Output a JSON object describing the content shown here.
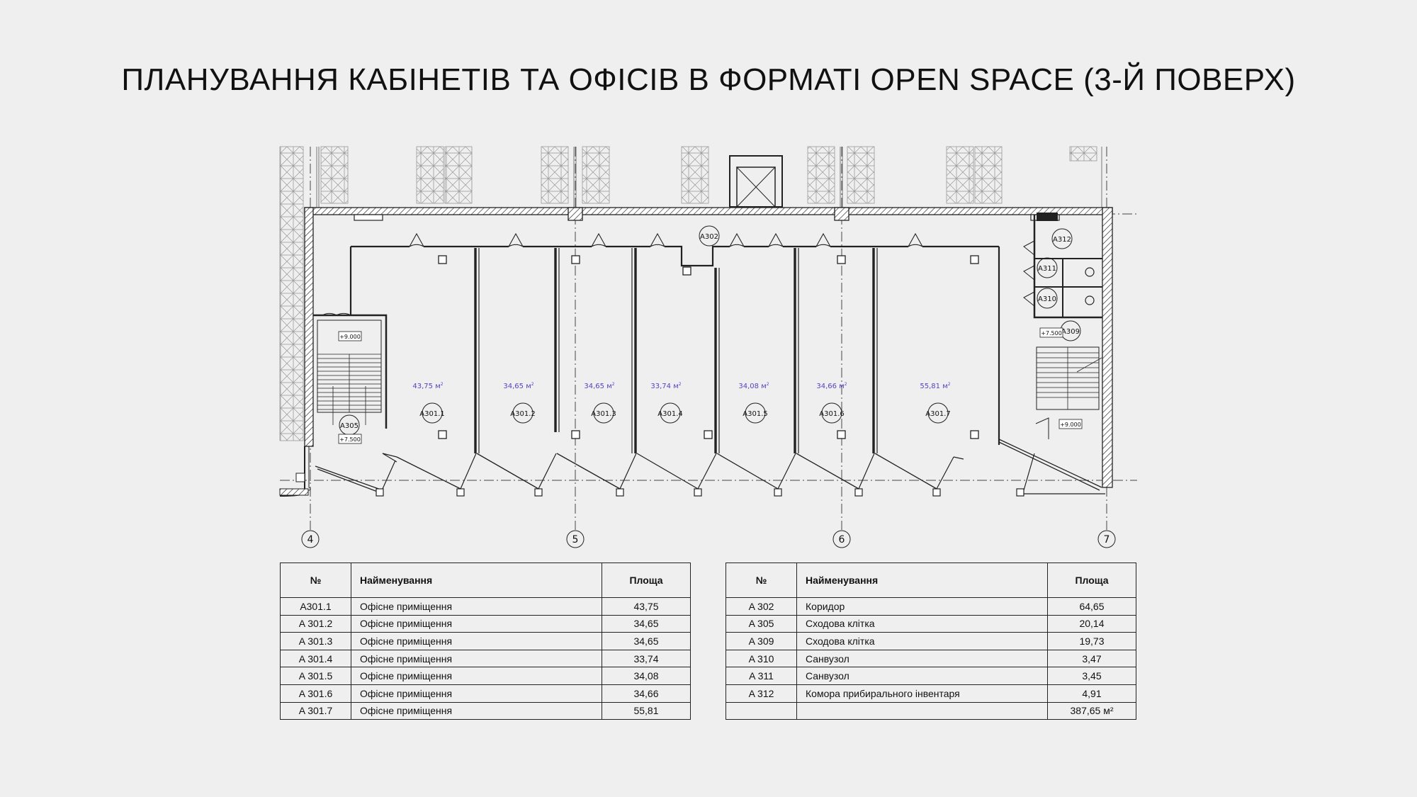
{
  "title": "ПЛАНУВАННЯ КАБІНЕТІВ ТА ОФІСІВ В ФОРМАТІ OPEN SPACE (3-Й ПОВЕРХ)",
  "plan": {
    "axes": [
      "4",
      "5",
      "6",
      "7"
    ],
    "areas": [
      "43,75",
      "34,65",
      "34,65",
      "33,74",
      "34,08",
      "34,66",
      "55,81"
    ],
    "area_unit": "м",
    "area_unit_sup": "2",
    "room_tags": [
      "A301.1",
      "A301.2",
      "A301.3",
      "A301.4",
      "A301.5",
      "A301.6",
      "A301.7"
    ],
    "service_tags": {
      "corridor": "A302",
      "stair_left": "A305",
      "stair_right": "A309",
      "wc_a": "A310",
      "wc_b": "A311",
      "storage": "A312"
    },
    "levels": {
      "left_top": "+9.000",
      "left_bottom": "+7.500",
      "right_top": "+7.500",
      "right_bottom": "+9.000"
    }
  },
  "table_left": {
    "headers": [
      "№",
      "Найменування",
      "Площа"
    ],
    "rows": [
      [
        "A301.1",
        "Офісне приміщення",
        "43,75"
      ],
      [
        "A 301.2",
        "Офісне приміщення",
        "34,65"
      ],
      [
        "A 301.3",
        "Офісне приміщення",
        "34,65"
      ],
      [
        "A 301.4",
        "Офісне приміщення",
        "33,74"
      ],
      [
        "A 301.5",
        "Офісне приміщення",
        "34,08"
      ],
      [
        "A 301.6",
        "Офісне приміщення",
        "34,66"
      ],
      [
        "A 301.7",
        "Офісне приміщення",
        "55,81"
      ]
    ]
  },
  "table_right": {
    "headers": [
      "№",
      "Найменування",
      "Площа"
    ],
    "rows": [
      [
        "A 302",
        "Коридор",
        "64,65"
      ],
      [
        "A 305",
        "Сходова клітка",
        "20,14"
      ],
      [
        "A 309",
        "Сходова клітка",
        "19,73"
      ],
      [
        "A 310",
        "Санвузол",
        "3,47"
      ],
      [
        "A 311",
        "Санвузол",
        "3,45"
      ],
      [
        "A 312",
        "Комора прибирального інвентаря",
        "4,91"
      ],
      [
        "",
        "",
        "387,65 м²"
      ]
    ]
  },
  "colors": {
    "background": "#efefef",
    "lines": "#222222",
    "annotation": "#5b3fc4"
  }
}
